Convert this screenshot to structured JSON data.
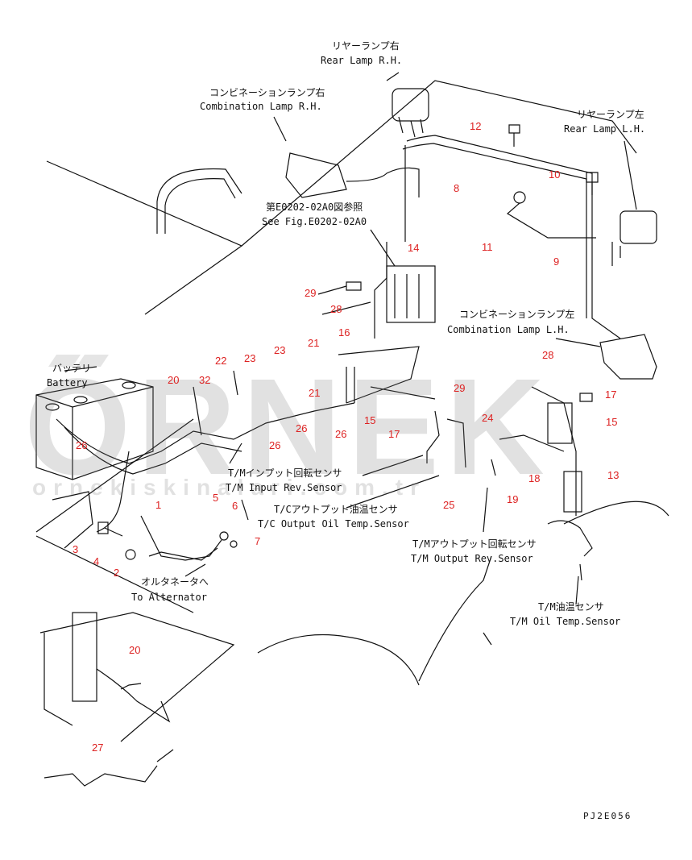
{
  "labels": {
    "rear_lamp_rh_jp": "リヤーランプ右",
    "rear_lamp_rh_en": "Rear Lamp R.H.",
    "combination_lamp_rh_jp": "コンビネーションランプ右",
    "combination_lamp_rh_en": "Combination Lamp R.H.",
    "rear_lamp_lh_jp": "リヤーランプ左",
    "rear_lamp_lh_en": "Rear Lamp L.H.",
    "see_fig_jp": "第E0202-02A0図参照",
    "see_fig_en": "See Fig.E0202-02A0",
    "combination_lamp_lh_jp": "コンビネーションランプ左",
    "combination_lamp_lh_en": "Combination Lamp L.H.",
    "battery_jp": "バッテリ",
    "battery_en": "Battery",
    "tm_input_jp": "T/Mインプット回転センサ",
    "tm_input_en": "T/M Input Rev.Sensor",
    "tc_output_jp": "T/Cアウトプット油温センサ",
    "tc_output_en": "T/C Output Oil Temp.Sensor",
    "tm_output_jp": "T/Mアウトプット回転センサ",
    "tm_output_en": "T/M Output Rev.Sensor",
    "tm_oil_jp": "T/M油温センサ",
    "tm_oil_en": "T/M Oil Temp.Sensor",
    "alternator_jp": "オルタネータへ",
    "alternator_en": "To Alternator",
    "drawing_code": "PJ2E056"
  },
  "watermark": {
    "main": "ORNEK",
    "sub": "ornekiskinalari.com.tr"
  },
  "part_numbers": [
    "12",
    "10",
    "8",
    "11",
    "9",
    "14",
    "29",
    "28",
    "16",
    "21",
    "22",
    "23",
    "23",
    "20",
    "32",
    "21",
    "29",
    "28",
    "17",
    "15",
    "17",
    "26",
    "26",
    "26",
    "15",
    "24",
    "26",
    "1",
    "5",
    "6",
    "3",
    "4",
    "2",
    "7",
    "18",
    "13",
    "25",
    "19",
    "20",
    "27"
  ],
  "colors": {
    "line": "#111111",
    "callout": "#dd2222",
    "watermark": "#888888"
  }
}
